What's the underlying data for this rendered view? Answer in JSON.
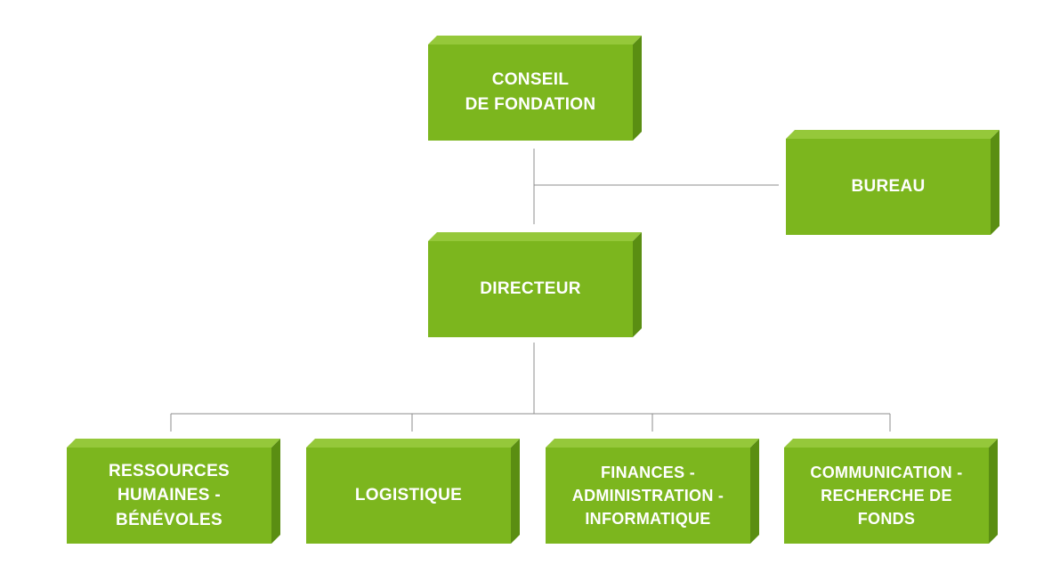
{
  "colors": {
    "box_front": "#7cb61e",
    "box_top": "#95c83a",
    "box_side": "#5a8e12",
    "connector": "#8c8c8c",
    "text": "#ffffff"
  },
  "boxes": {
    "conseil": "CONSEIL\nDE FONDATION",
    "bureau": "BUREAU",
    "directeur": "DIRECTEUR",
    "rh": "RESSOURCES\nHUMAINES -\nBÉNÉVOLES",
    "logistique": "LOGISTIQUE",
    "finances": "FINANCES -\nADMINISTRATION -\nINFORMATIQUE",
    "communication": "COMMUNICATION -\nRECHERCHE DE\nFONDS"
  }
}
